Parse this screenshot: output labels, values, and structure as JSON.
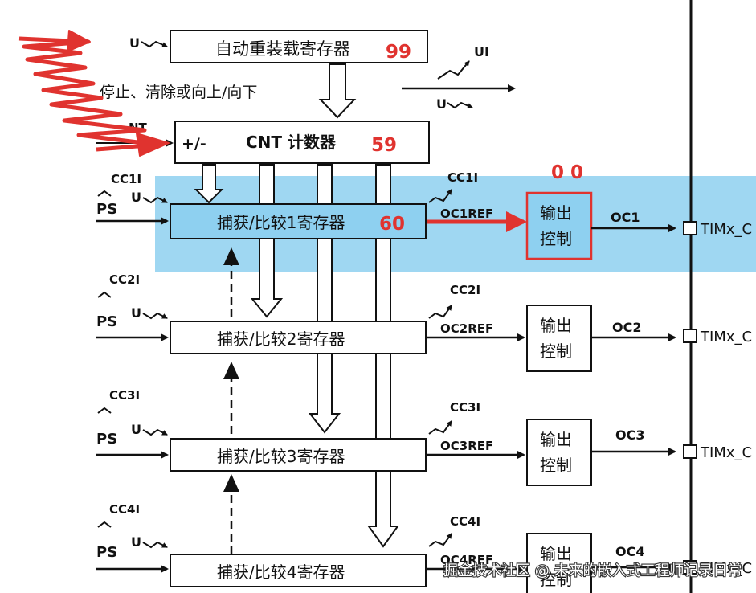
{
  "arr": {
    "label": "自动重装载寄存器",
    "value": "99",
    "input": "U",
    "ui_label": "UI",
    "u_label": "U",
    "stop_text": "停止、清除或向上/向下"
  },
  "cnt": {
    "sign": "+/-",
    "label": "CNT 计数器",
    "value": "59",
    "cut_label": "NT"
  },
  "channels": [
    {
      "event": "CC1I",
      "in_label": "U",
      "ps": "PS",
      "reg": "捕获/比较1寄存器",
      "reg_value": "60",
      "out_event": "CC1I",
      "ref": "OC1REF",
      "ctrl_1": "输出",
      "ctrl_2": "控制",
      "oc": "OC1",
      "pin": "TIMx_C"
    },
    {
      "event": "CC2I",
      "in_label": "U",
      "ps": "PS",
      "reg": "捕获/比较2寄存器",
      "out_event": "CC2I",
      "ref": "OC2REF",
      "ctrl_1": "输出",
      "ctrl_2": "控制",
      "oc": "OC2",
      "pin": "TIMx_C"
    },
    {
      "event": "CC3I",
      "in_label": "U",
      "ps": "PS",
      "reg": "捕获/比较3寄存器",
      "out_event": "CC3I",
      "ref": "OC3REF",
      "ctrl_1": "输出",
      "ctrl_2": "控制",
      "oc": "OC3",
      "pin": "TIMx_C"
    },
    {
      "event": "CC4I",
      "in_label": "U",
      "ps": "PS",
      "reg": "捕获/比较4寄存器",
      "out_event": "CC4I",
      "ref": "OC4REF",
      "ctrl_1": "输出",
      "ctrl_2": "控制",
      "oc": "OC4",
      "pin": "TIMx_C"
    }
  ],
  "output_annotation": "0 0",
  "watermark": "掘金技术社区 @ 未来的嵌入式工程师记录日常",
  "colors": {
    "highlight": "#8ed0f0",
    "annotation_red": "#e0332f",
    "line": "#111111"
  }
}
